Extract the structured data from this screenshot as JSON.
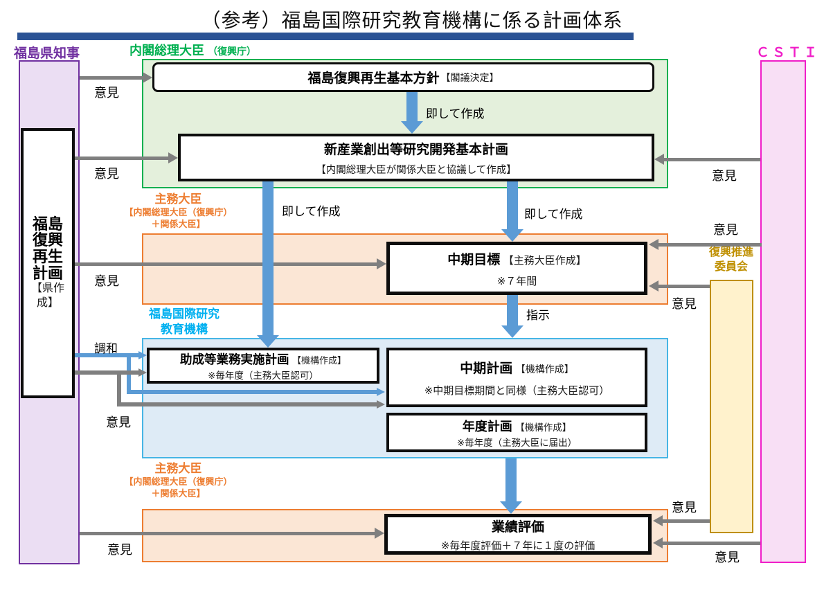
{
  "title": "（参考）福島国際研究教育機構に係る計画体系",
  "colors": {
    "navy_bar": "#2B5395",
    "purple": "#7030A0",
    "green": "#00B050",
    "orange": "#ED7D31",
    "cyan": "#00B0F0",
    "gold": "#BF8F00",
    "magenta": "#F01EC8",
    "gray_arrow": "#7F7F7F",
    "blue_arrow": "#5B9BD5"
  },
  "actors": {
    "governor": "福島県知事",
    "pm": "内閣総理大臣",
    "pm_sub": "（復興庁）",
    "minister_top": {
      "l1": "主務大臣",
      "l2": "【内閣総理大臣（復興庁）",
      "l3": "＋関係大臣】"
    },
    "minister_bottom": {
      "l1": "主務大臣",
      "l2": "【内閣総理大臣（復興庁）",
      "l3": "＋関係大臣】"
    },
    "org": {
      "l1": "福島国際研究",
      "l2": "教育機構"
    },
    "committee": {
      "l1": "復興推進",
      "l2": "委員会"
    },
    "csti": "ＣＳＴＩ"
  },
  "boxes": {
    "fukushima_plan": {
      "l1": "福島",
      "l2": "復興",
      "l3": "再生",
      "l4": "計画",
      "l5": "【県作",
      "l6": "成】"
    },
    "basic_policy": {
      "title": "福島復興再生基本方針",
      "suffix": "【閣議決定】"
    },
    "rd_plan": {
      "title": "新産業創出等研究開発基本計画",
      "subtitle": "【内閣総理大臣が関係大臣と協議して作成】"
    },
    "midterm_goal": {
      "title": "中期目標",
      "suffix": "【主務大臣作成】",
      "subtitle": "※７年間"
    },
    "grant_plan": {
      "title": "助成等業務実施計画",
      "suffix": "【機構作成】",
      "subtitle": "※毎年度（主務大臣認可）"
    },
    "midterm_plan": {
      "title": "中期計画",
      "suffix": "【機構作成】",
      "subtitle": "※中期目標期間と同様（主務大臣認可）"
    },
    "annual_plan": {
      "title": "年度計画",
      "suffix": "【機構作成】",
      "subtitle": "※毎年度（主務大臣に届出）"
    },
    "evaluation": {
      "title": "業績評価",
      "subtitle": "※毎年度評価＋７年に１度の評価"
    }
  },
  "arrow_labels": {
    "a1": "意見",
    "a2": "意見",
    "a3": "意見",
    "a4": "意見",
    "a5": "意見",
    "a6": "意見",
    "a7": "意見",
    "a8": "意見",
    "a9": "意見",
    "b1": "即して作成",
    "b2": "即して作成",
    "b3": "即して作成",
    "b4": "指示",
    "c1": "調和",
    "c2": "意見"
  }
}
